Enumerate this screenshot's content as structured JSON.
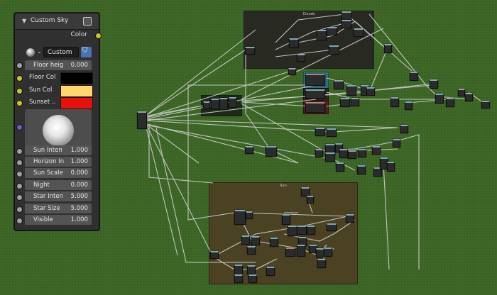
{
  "editor": {
    "frames": [
      {
        "label": "Clouds"
      },
      {
        "label": "Sun"
      }
    ]
  },
  "node": {
    "title": "Custom Sky",
    "output_label": "Color",
    "datablock_name": "Custom ..",
    "inputs": [
      {
        "label": "Floor heig",
        "value": "0.000"
      },
      {
        "label": "Floor Col"
      },
      {
        "label": "Sun Col"
      },
      {
        "label": "Sunset .."
      },
      {
        "label": "Sun Inten",
        "value": "1.000"
      },
      {
        "label": "Horizon In",
        "value": "1.000"
      },
      {
        "label": "Sun Scale",
        "value": "0.000"
      },
      {
        "label": "Night",
        "value": "0.000"
      },
      {
        "label": "Star Inten",
        "value": "5.000"
      },
      {
        "label": "Star Size",
        "value": "5.000"
      },
      {
        "label": "Visible",
        "value": "1.000"
      }
    ],
    "colors": {
      "floor_color": "#000000",
      "sun_color": "#ffd66e",
      "sunset_color": "#e80f0f"
    }
  }
}
